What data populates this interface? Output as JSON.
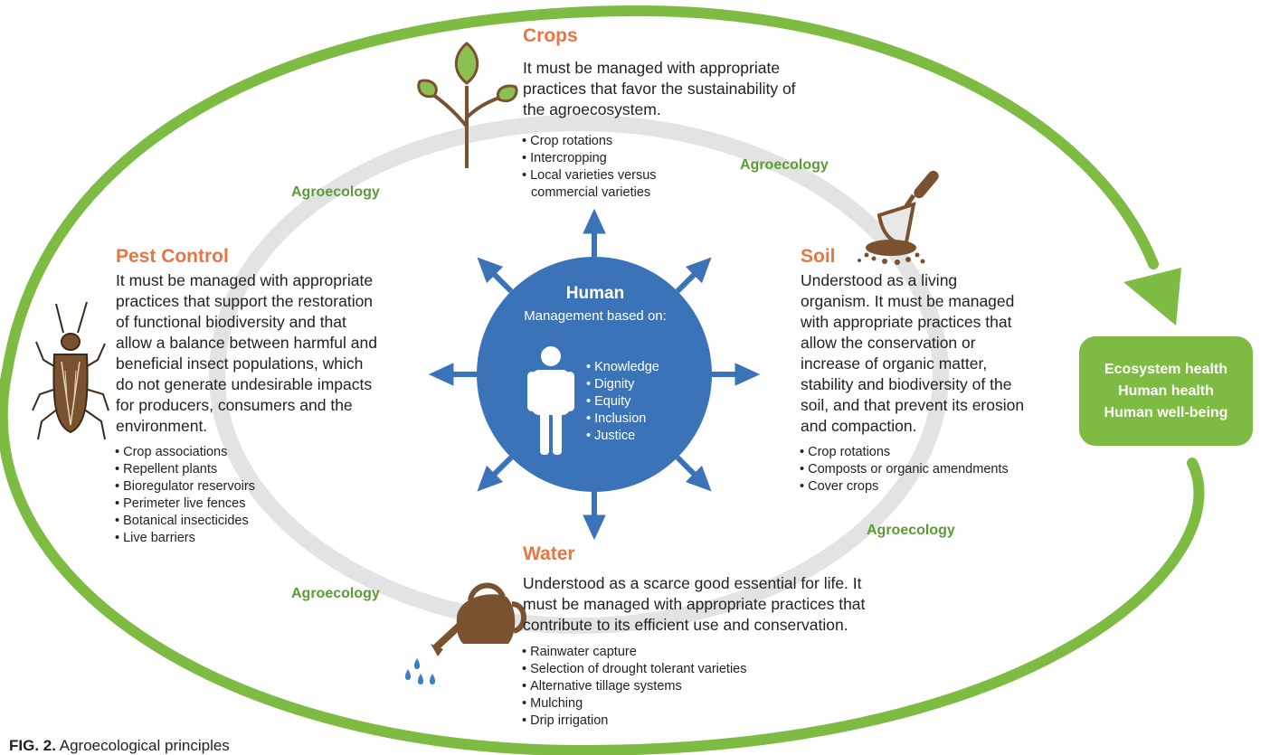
{
  "colors": {
    "outer_ring": "#7dbb42",
    "inner_ring": "#e3e3e3",
    "heading": "#e87542",
    "agroecology_label": "#5c9a38",
    "hub": "#3b73b9",
    "arrows": "#3b73b9",
    "outcome_box": "#7dbb42",
    "icon_brown": "#7a5230",
    "leaf_green": "#8cc152",
    "water_drop": "#3b7fc4"
  },
  "icons": [
    "plant-icon",
    "trowel-soil-icon",
    "insect-icon",
    "watering-can-icon",
    "person-icon"
  ],
  "crops": {
    "title": "Crops",
    "lines": [
      "It must be managed with appropriate",
      "practices that favor the sustainability of",
      "the agroecosystem."
    ],
    "bullets": [
      "Crop rotations",
      "Intercropping",
      "Local varieties versus"
    ],
    "bullet_continuation": "commercial varieties"
  },
  "soil": {
    "title": "Soil",
    "lines": [
      "Understood as a living",
      "organism. It must be managed",
      "with appropriate practices that",
      "allow the conservation or",
      "increase of organic matter,",
      "stability and biodiversity of the",
      "soil, and that prevent its erosion",
      "and compaction."
    ],
    "bullets": [
      "Crop rotations",
      "Composts or organic amendments",
      "Cover crops"
    ]
  },
  "pest_control": {
    "title": "Pest Control",
    "lines": [
      "It must be managed with appropriate",
      "practices that support the restoration",
      "of functional biodiversity and that",
      "allow a balance between harmful and",
      "beneficial insect populations, which",
      "do not generate undesirable impacts",
      "for producers, consumers and the",
      "environment."
    ],
    "bullets": [
      "Crop associations",
      "Repellent plants",
      "Bioregulator reservoirs",
      "Perimeter live fences",
      "Botanical insecticides",
      "Live barriers"
    ]
  },
  "water": {
    "title": "Water",
    "lines": [
      "Understood as a scarce good essential for life. It",
      "must be managed with appropriate practices that",
      "contribute to its efficient use and conservation."
    ],
    "bullets": [
      "Rainwater capture",
      "Selection of drought tolerant varieties",
      "Alternative tillage systems",
      "Mulching",
      "Drip irrigation"
    ]
  },
  "human": {
    "title": "Human",
    "subtitle": "Management based on:",
    "values": [
      "Knowledge",
      "Dignity",
      "Equity",
      "Inclusion",
      "Justice"
    ]
  },
  "agroecology_labels": [
    "Agroecology",
    "Agroecology",
    "Agroecology",
    "Agroecology"
  ],
  "outcome": [
    "Ecosystem health",
    "Human health",
    "Human well-being"
  ],
  "caption": {
    "label": "FIG. 2.",
    "text": "Agroecological principles"
  }
}
